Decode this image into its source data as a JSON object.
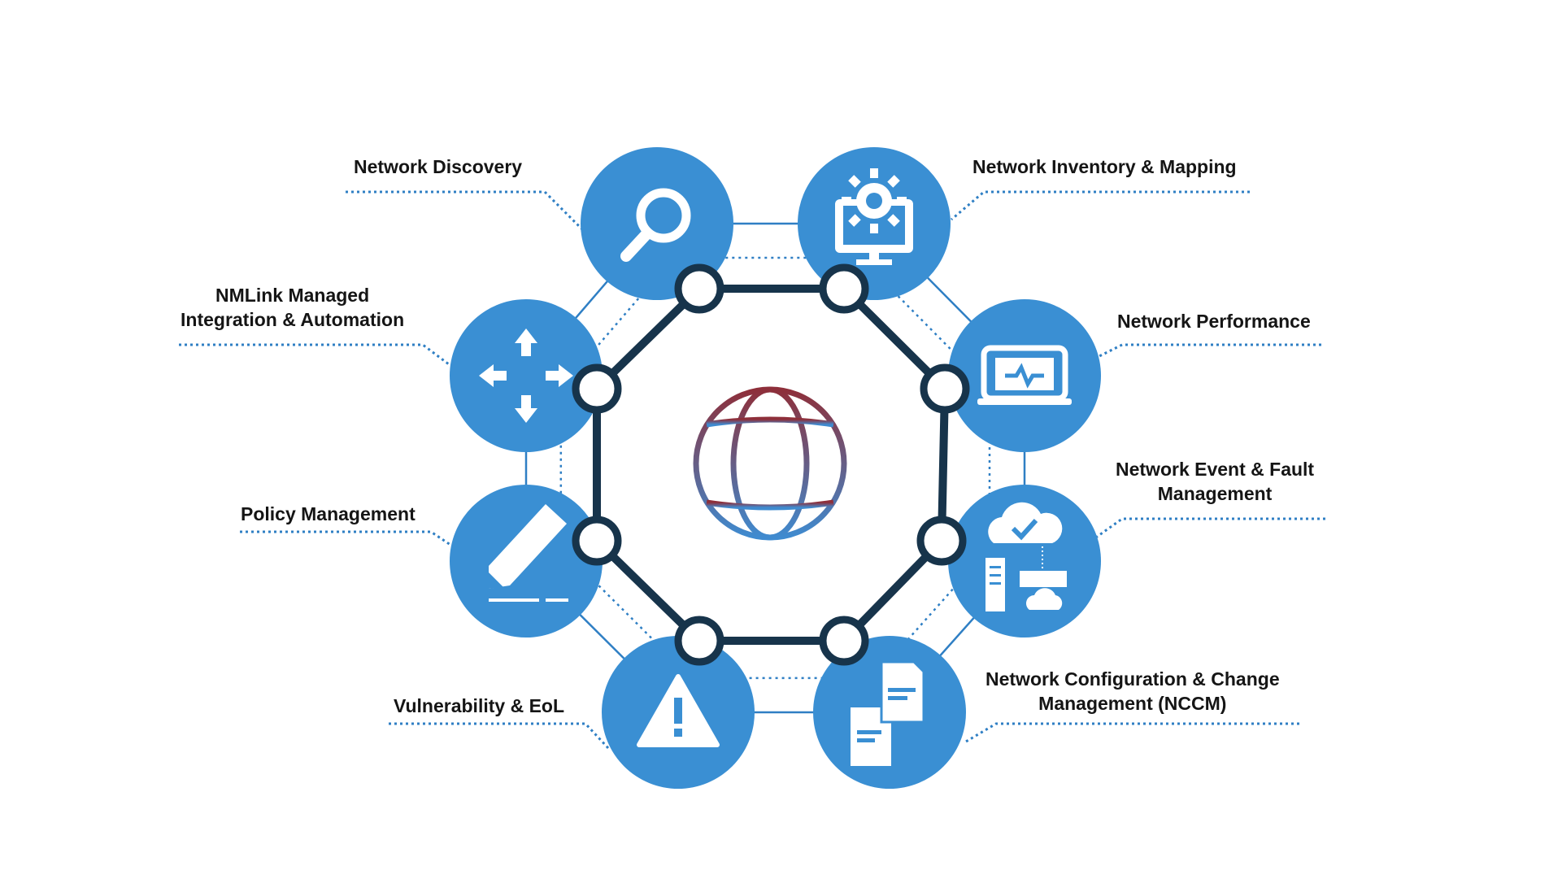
{
  "colors": {
    "node": "#3a8fd3",
    "ring": "#17344b",
    "connector": "#2f7fc4",
    "icon": "#ffffff",
    "label": "#151515",
    "globe_top": "#8e2f3a",
    "globe_bottom": "#3f8bd0"
  },
  "center": {
    "icon": "globe-icon"
  },
  "capabilities": [
    {
      "id": "network-discovery",
      "icon": "magnifier-icon",
      "lines": [
        "Network Discovery"
      ]
    },
    {
      "id": "network-inventory-mapping",
      "icon": "monitor-gear-icon",
      "lines": [
        "Network Inventory & Mapping"
      ]
    },
    {
      "id": "network-performance",
      "icon": "laptop-pulse-icon",
      "lines": [
        "Network Performance"
      ]
    },
    {
      "id": "network-event-fault",
      "icon": "cloud-server-check-icon",
      "lines": [
        "Network Event & Fault",
        "Management"
      ]
    },
    {
      "id": "network-configuration-change",
      "icon": "documents-icon",
      "lines": [
        "Network Configuration & Change",
        "Management (NCCM)"
      ]
    },
    {
      "id": "vulnerability-eol",
      "icon": "warning-icon",
      "lines": [
        "Vulnerability & EoL"
      ]
    },
    {
      "id": "policy-management",
      "icon": "pencil-icon",
      "lines": [
        "Policy Management"
      ]
    },
    {
      "id": "nmlink-integration",
      "icon": "move-arrows-icon",
      "lines": [
        "NMLink Managed",
        "Integration & Automation"
      ]
    }
  ]
}
